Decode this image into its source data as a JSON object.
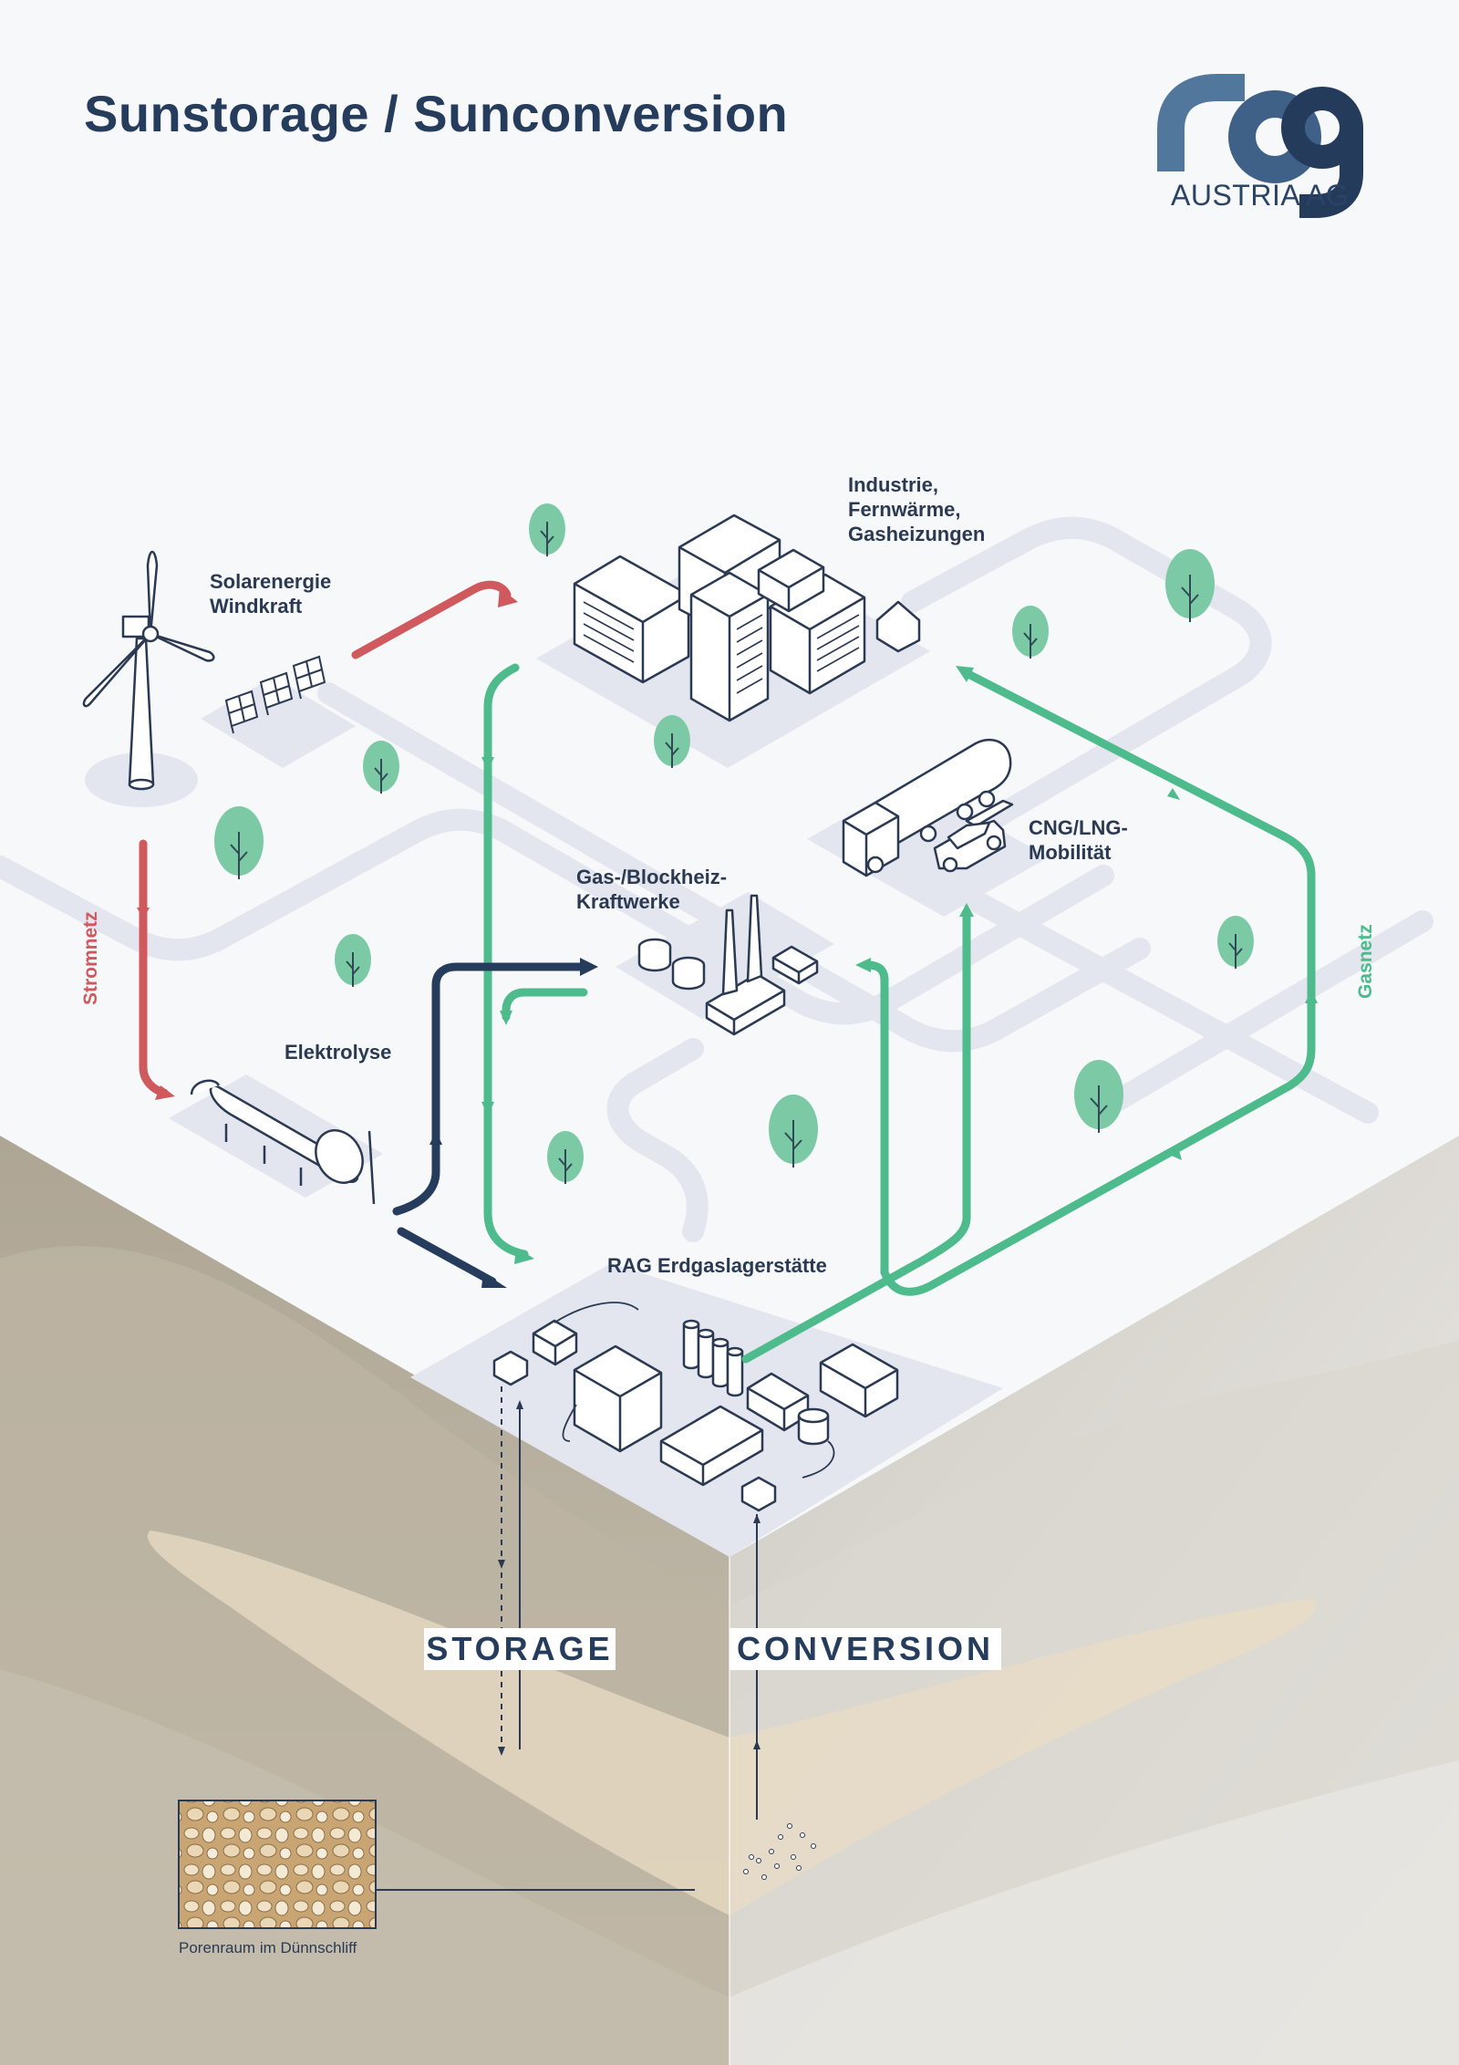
{
  "title": "Sunstorage / Sunconversion",
  "logo": {
    "mark": "rag",
    "subtitle": "AUSTRIA AG"
  },
  "labels": {
    "renewables": "Solarenergie\nWindkraft",
    "industry": "Industrie,\nFernwärme,\nGasheizungen",
    "cng": "CNG/LNG-\nMobilität",
    "power_plants": "Gas-/Blockheiz-\nKraftwerke",
    "electrolysis": "Elektrolyse",
    "storage_site": "RAG Erdgaslagerstätte",
    "power_grid": "Stromnetz",
    "gas_grid": "Gasnetz",
    "storage": "STORAGE",
    "conversion": "CONVERSION",
    "thin_section": "Porenraum im Dünnschliff"
  },
  "colors": {
    "title": "#263c5c",
    "power": "#d0595e",
    "gas": "#4dbb8c",
    "hydrogen": "#263c5c",
    "road": "#e3e6ee",
    "tree": "#78c9a4",
    "ground_dark": "#b3a998",
    "ground_light": "#e7e5e0",
    "sand": "#eadcc4"
  },
  "icons": [
    "wind-turbine-icon",
    "solar-panel-icon",
    "factory-icon",
    "truck-icon",
    "car-icon",
    "power-plant-icon",
    "electrolysis-tank-icon",
    "storage-facility-icon",
    "tree-icon"
  ]
}
